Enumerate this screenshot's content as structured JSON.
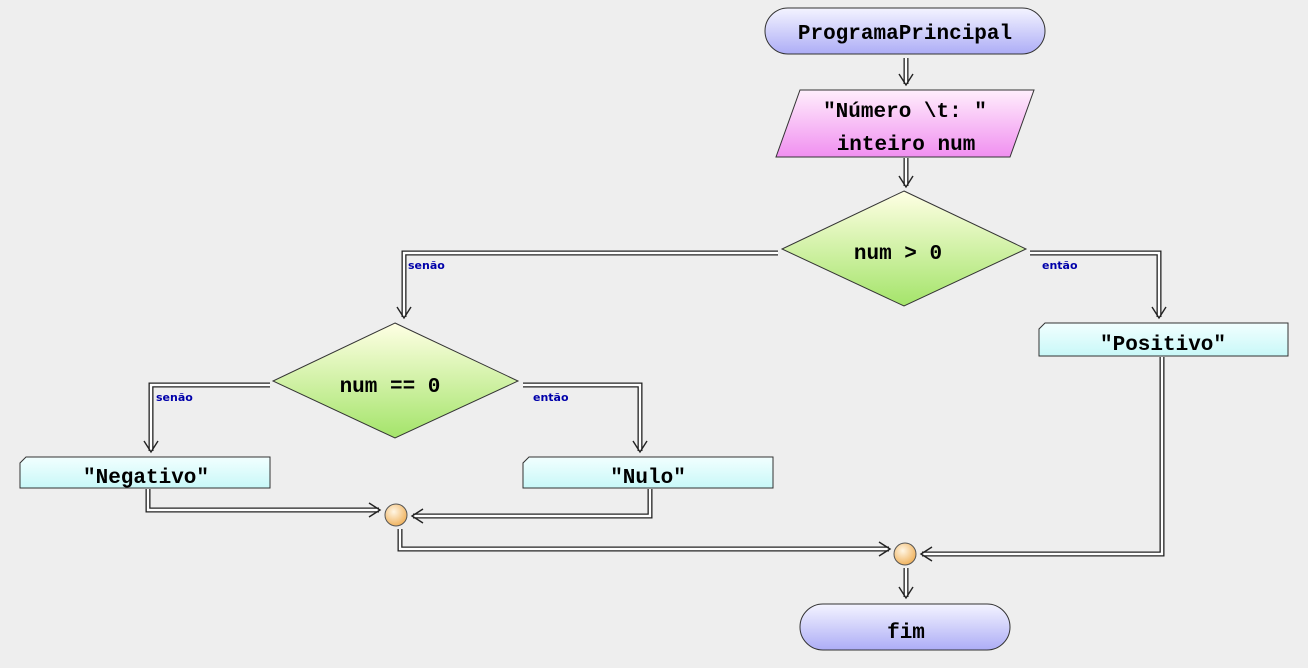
{
  "start": {
    "label": "ProgramaPrincipal"
  },
  "input": {
    "line1": "\"Número \\t: \"",
    "line2": "inteiro num"
  },
  "decision1": {
    "condition": "num > 0",
    "false_label": "senão",
    "true_label": "então"
  },
  "decision2": {
    "condition": "num == 0",
    "false_label": "senão",
    "true_label": "então"
  },
  "outputs": {
    "positive": "\"Positivo\"",
    "negative": "\"Negativo\"",
    "zero": "\"Nulo\""
  },
  "end": {
    "label": "fim"
  },
  "colors": {
    "background": "#eeeeee",
    "terminator": "#b4b4f8",
    "input": "#f08ff0",
    "decision": "#b8ec84",
    "output": "#cdfafa",
    "connector": "#f4b860"
  }
}
